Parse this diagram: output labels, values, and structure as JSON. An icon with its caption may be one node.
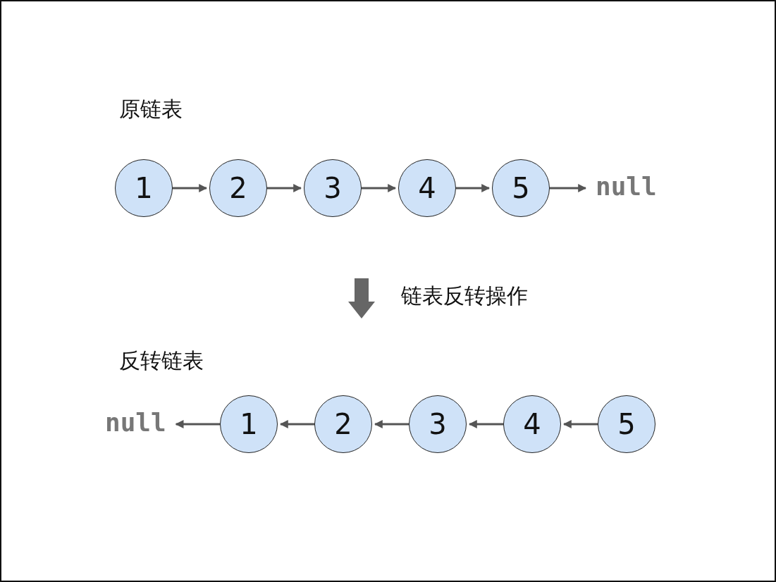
{
  "diagram": {
    "nodes": [
      {
        "text": [
          "1"
        ]
      },
      {
        "text": [
          "2"
        ]
      },
      {
        "text": [
          "3"
        ]
      },
      {
        "text": [
          "4"
        ]
      },
      {
        "text": [
          "5"
        ]
      },
      {
        "text": [
          "null"
        ]
      },
      {
        "text": [
          "null"
        ]
      },
      {
        "text": [
          "1"
        ]
      },
      {
        "text": [
          "2"
        ]
      },
      {
        "text": [
          "3"
        ]
      },
      {
        "text": [
          "4"
        ]
      },
      {
        "text": [
          "5"
        ]
      }
    ],
    "edges": [
      {
        "from": 0,
        "to": 1,
        "arrow": "to"
      },
      {
        "from": 1,
        "to": 2,
        "arrow": "to"
      },
      {
        "from": 2,
        "to": 3,
        "arrow": "to"
      },
      {
        "from": 3,
        "to": 4,
        "arrow": "to"
      },
      {
        "from": 4,
        "to": 5,
        "arrow": "to"
      },
      {
        "from": 11,
        "to": 10,
        "arrow": "to"
      },
      {
        "from": 10,
        "to": 9,
        "arrow": "to"
      },
      {
        "from": 9,
        "to": 8,
        "arrow": "to"
      },
      {
        "from": 8,
        "to": 7,
        "arrow": "to"
      },
      {
        "from": 7,
        "to": 6,
        "arrow": "to"
      }
    ],
    "labels": [
      "原链表",
      "链表反转操作",
      "反转链表"
    ]
  }
}
